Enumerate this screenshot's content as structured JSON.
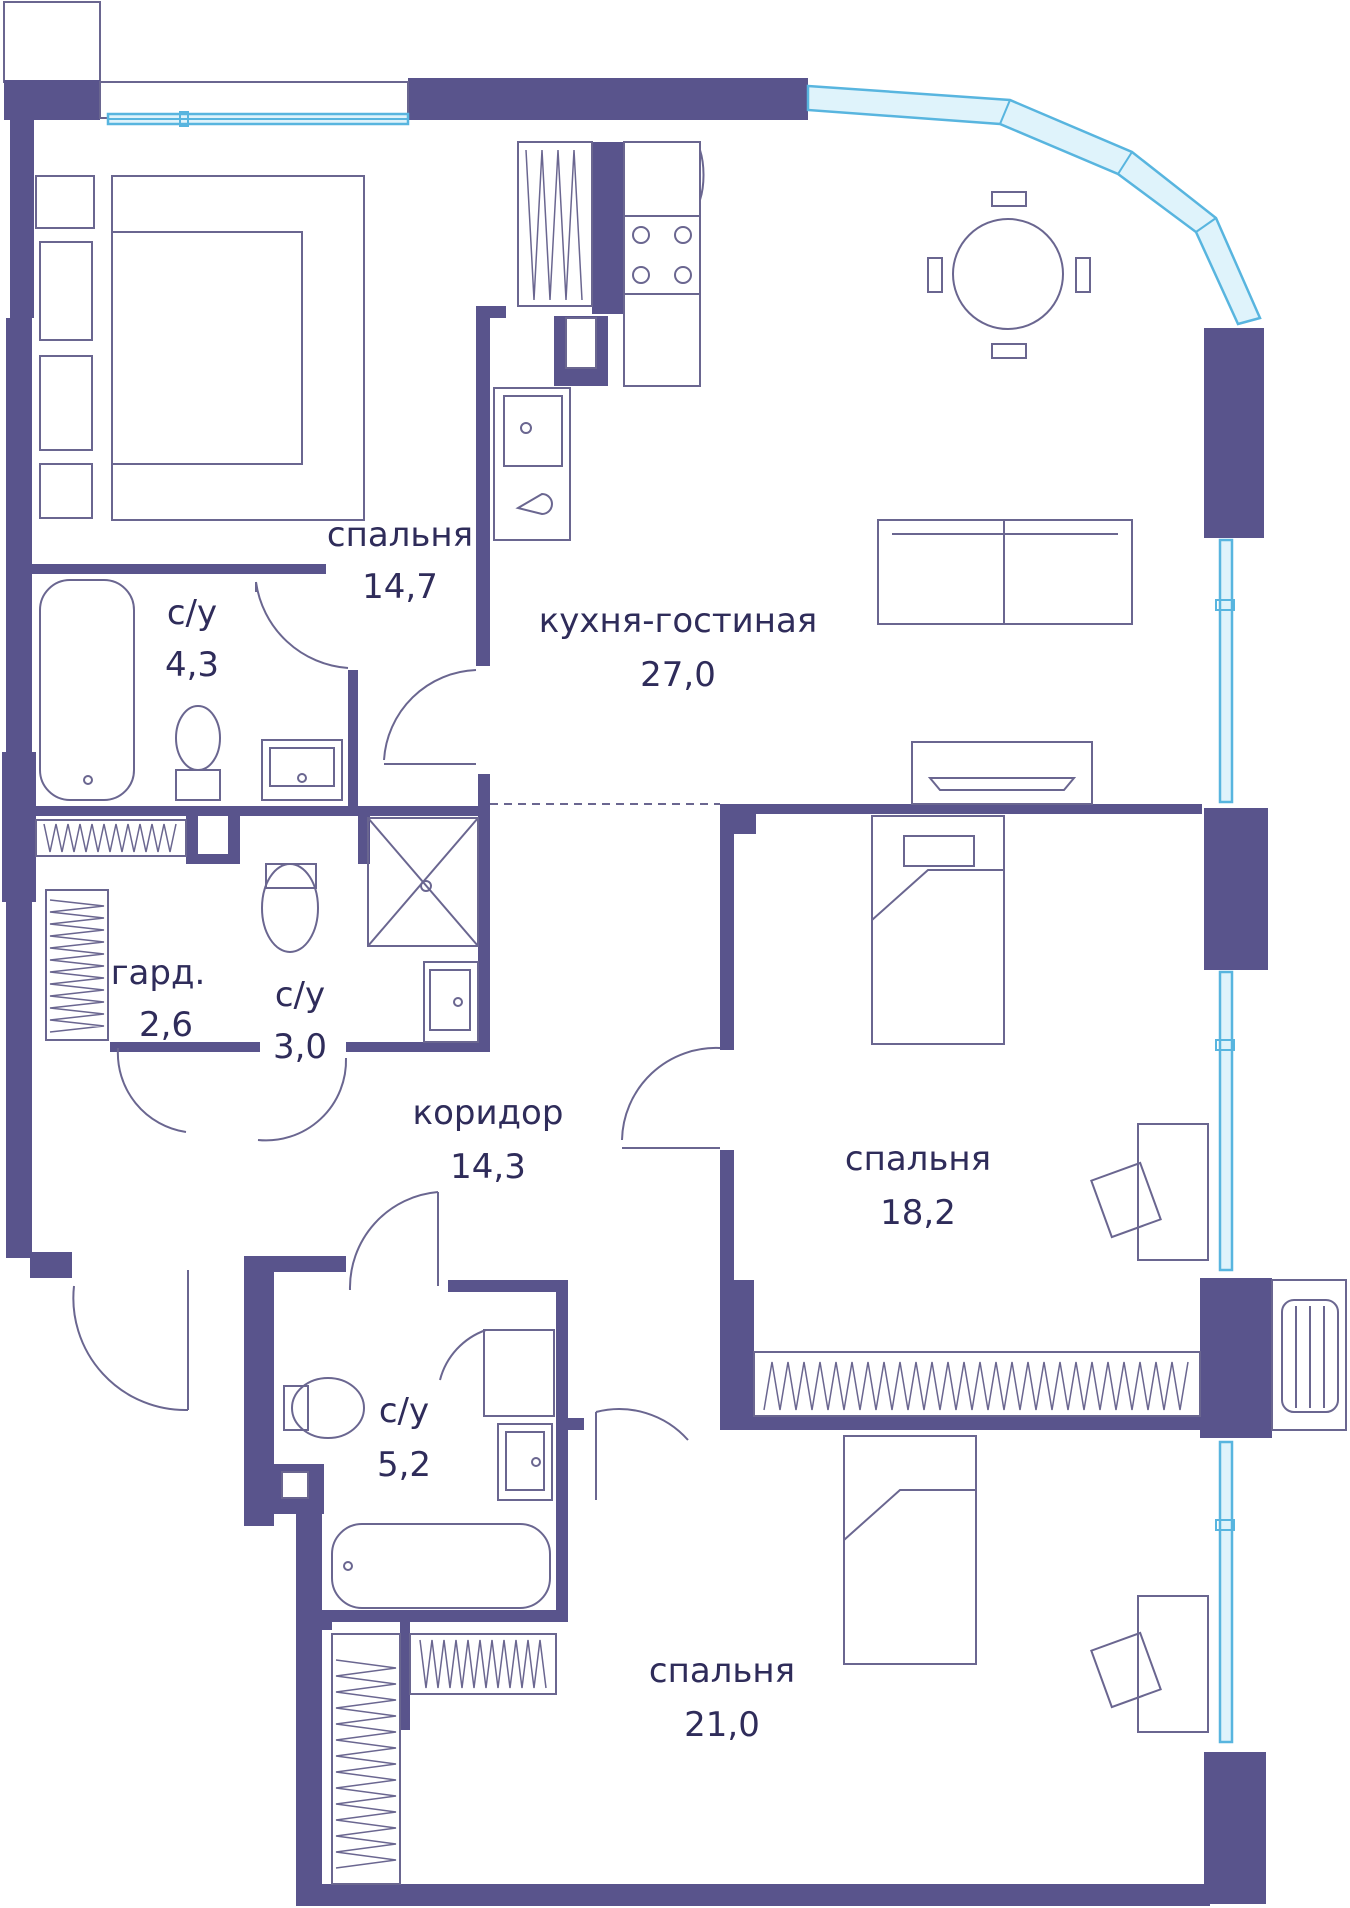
{
  "rooms": [
    {
      "id": "bedroom1",
      "name": "спальня",
      "area": "14,7"
    },
    {
      "id": "bath1",
      "name": "с/у",
      "area": "4,3"
    },
    {
      "id": "kitchen",
      "name": "кухня-гостиная",
      "area": "27,0"
    },
    {
      "id": "wardrobe",
      "name": "гард.",
      "area": "2,6"
    },
    {
      "id": "bath2",
      "name": "с/у",
      "area": "3,0"
    },
    {
      "id": "corridor",
      "name": "коридор",
      "area": "14,3"
    },
    {
      "id": "bedroom2",
      "name": "спальня",
      "area": "18,2"
    },
    {
      "id": "bath3",
      "name": "с/у",
      "area": "5,2"
    },
    {
      "id": "bedroom3",
      "name": "спальня",
      "area": "21,0"
    }
  ],
  "colors": {
    "wall": "#59548c",
    "window": "#58b5df",
    "label": "#2f2c5a",
    "line": "#6a6690"
  }
}
